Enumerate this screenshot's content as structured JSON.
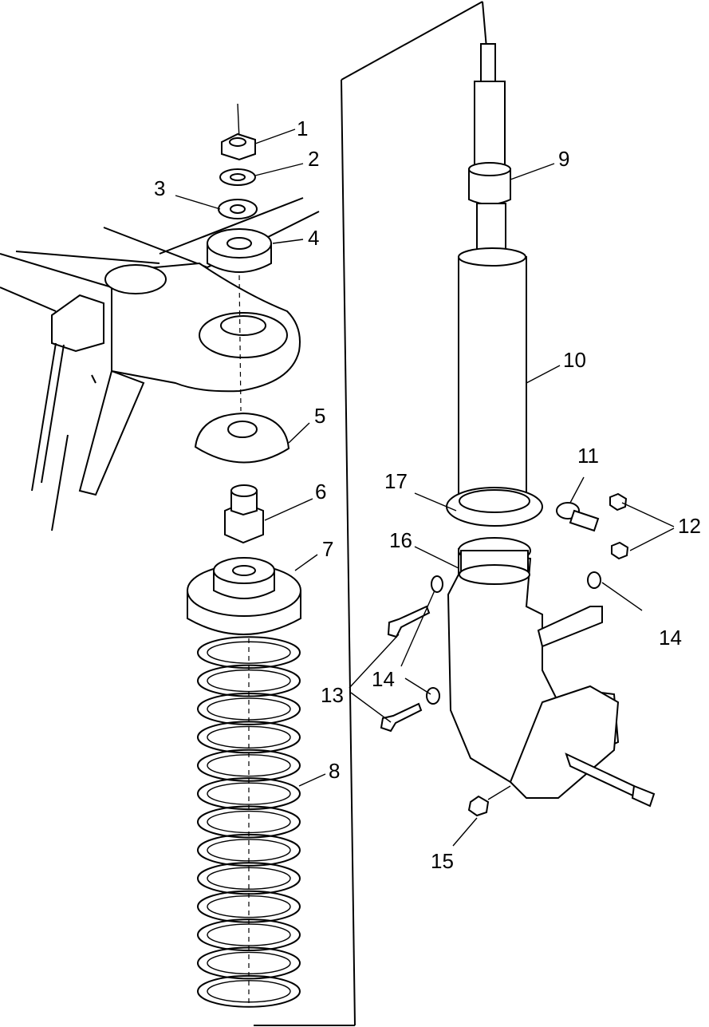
{
  "callouts": {
    "c1": "1",
    "c2": "2",
    "c3": "3",
    "c4": "4",
    "c5": "5",
    "c6": "6",
    "c7": "7",
    "c8": "8",
    "c9": "9",
    "c10": "10",
    "c11": "11",
    "c12": "12",
    "c13": "13",
    "c14a": "14",
    "c14b": "14",
    "c15": "15",
    "c16": "16",
    "c17": "17"
  }
}
